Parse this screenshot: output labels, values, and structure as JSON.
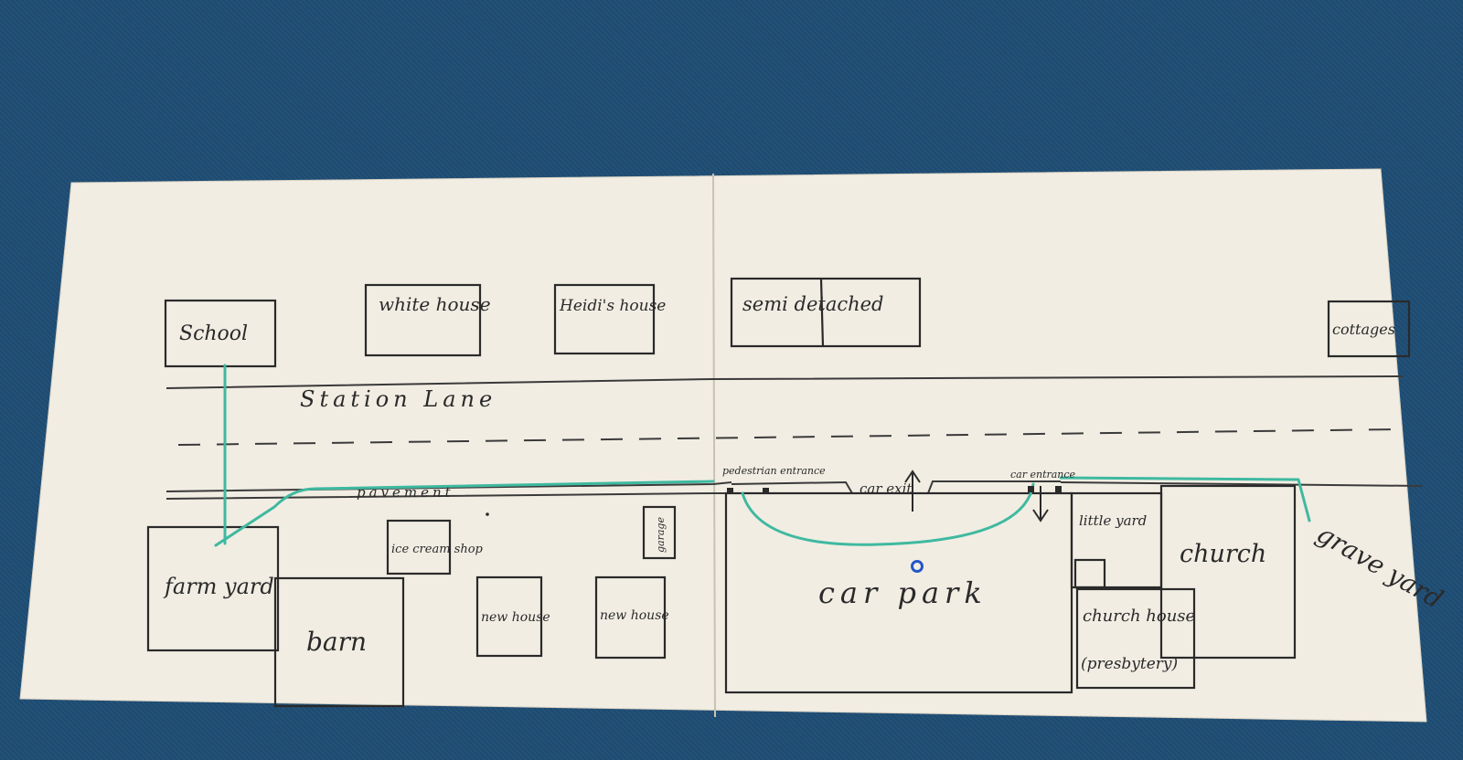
{
  "labels": {
    "school": "School",
    "white_house": "white house",
    "heidis_house": "Heidi's house",
    "semi_detached": "semi detached",
    "cottages": "cottages",
    "station_lane": "Station Lane",
    "pavement": "pavement",
    "pedestrian_entrance": "pedestrian entrance",
    "car_exit": "car exit",
    "car_entrance": "car entrance",
    "farm_yard": "farm yard",
    "ice_cream_shop": "ice cream shop",
    "garage": "garage",
    "barn": "barn",
    "new_house_1": "new house",
    "new_house_2": "new house",
    "car_park": "car park",
    "little_yard": "little yard",
    "church": "church",
    "church_house": "church house",
    "presbytery": "(presbytery)",
    "grave_yard": "grave yard"
  },
  "colors": {
    "paper": "#f1ede3",
    "ink": "#2a2a2a",
    "route": "#3fb9a0",
    "carpet": "#22527a",
    "marker": "#2456c9"
  }
}
